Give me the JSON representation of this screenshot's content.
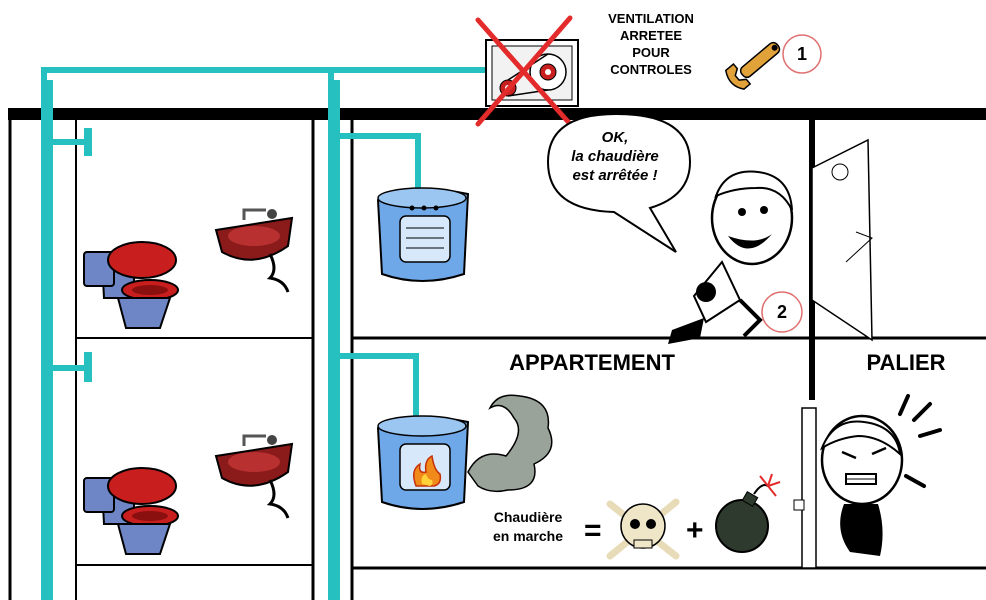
{
  "ventilation": {
    "label": "VENTILATION\nARRETEE\nPOUR\nCONTROLES",
    "step_number": "1"
  },
  "speech_bubble": {
    "text": "OK,\nla chaudière\nest arrêtée !"
  },
  "character_step_number": "2",
  "rooms": {
    "apartment": "APPARTEMENT",
    "landing": "PALIER"
  },
  "equation": {
    "label": "Chaudière\nen marche",
    "equals": "=",
    "plus": "+"
  },
  "colors": {
    "duct": "#26c0c0",
    "wall": "#000000",
    "toilet_body": "#6f86c6",
    "toilet_seat": "#c81e1e",
    "sink_basin": "#8b1a1a",
    "boiler_body": "#6fa8e8",
    "cross": "#e32b2b",
    "smoke": "#9aa39a"
  }
}
